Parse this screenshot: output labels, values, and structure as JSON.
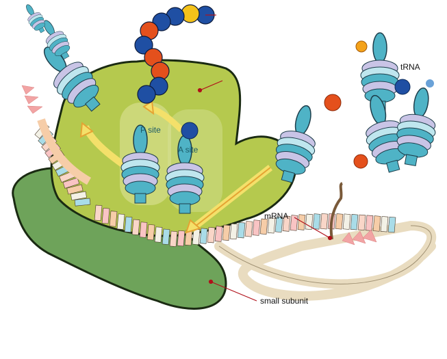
{
  "labels": {
    "trna": "tRNA",
    "mrna": "mRNA",
    "small_subunit": "small subunit",
    "p_site": "P site",
    "a_site": "A site"
  },
  "colors": {
    "large_subunit": "#b5c94e",
    "small_subunit": "#6ea35a",
    "trna_body": "#4fb3c6",
    "arrow": "#f4e06a",
    "arrow_outline": "#e5a333",
    "chain_blue": "#1f4fa3",
    "chain_orange": "#e4501c",
    "mrna_strand": "#e9dcc0",
    "pointer_line": "#b0101a"
  },
  "mrna_codon_colors": [
    "#f3f1e6",
    "#f9d6c8",
    "#f6cda8",
    "#a9dce8",
    "#f9c4c4"
  ]
}
